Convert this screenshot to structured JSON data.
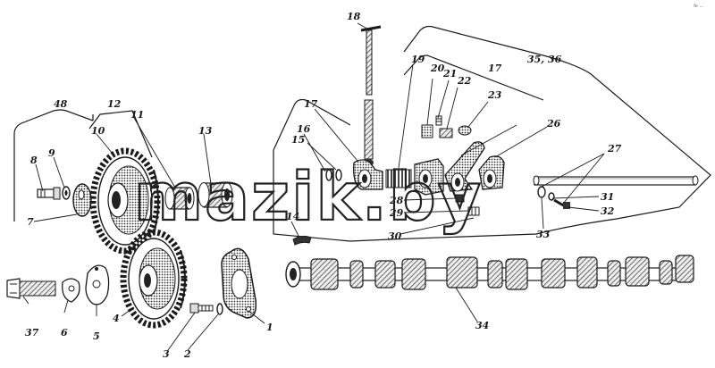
{
  "diagram": {
    "callouts": [
      "48",
      "12",
      "11",
      "10",
      "9",
      "8",
      "7",
      "13",
      "17",
      "16",
      "15",
      "18",
      "19",
      "20",
      "21",
      "22",
      "23",
      "26",
      "28",
      "29",
      "30",
      "14",
      "27",
      "31",
      "32",
      "33",
      "35, 36",
      "37",
      "6",
      "5",
      "4",
      "3",
      "2",
      "1",
      "34"
    ],
    "watermark": "mazik.by",
    "corner_mark": "№ ..."
  },
  "colors": {
    "ink": "#1a1a1a",
    "paper": "#ffffff",
    "shade": "#6b6b6b"
  }
}
